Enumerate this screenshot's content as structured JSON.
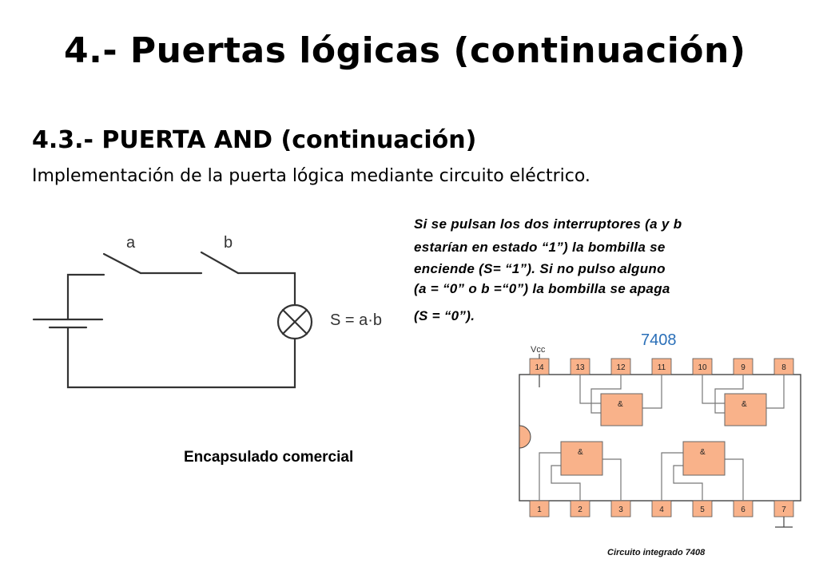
{
  "slide": {
    "title": "4.- Puertas lógicas (continuación)",
    "section_title": "4.3.- PUERTA AND (continuación)",
    "subtitle": "Implementación de la puerta lógica mediante circuito eléctrico.",
    "description_lines": [
      "Si se pulsan los dos interruptores (a y b",
      "estarían en estado “1”) la bombilla se",
      "enciende (S= “1”). Si no pulso alguno",
      "(a = “0” o b =“0”) la bombilla se apaga",
      "(S = “0”)."
    ],
    "package_caption": "Encapsulado comercial"
  },
  "circuit": {
    "switch_a_label": "a",
    "switch_b_label": "b",
    "equation": "S = a·b"
  },
  "chip": {
    "part_number": "7408",
    "vcc_label": "Vcc",
    "top_pins": [
      "14",
      "13",
      "12",
      "11",
      "10",
      "9",
      "8"
    ],
    "bottom_pins": [
      "1",
      "2",
      "3",
      "4",
      "5",
      "6",
      "7"
    ],
    "gate_symbol": "&",
    "caption": "Circuito integrado 7408",
    "colors": {
      "pin_fill": "#f9b28a",
      "gate_fill": "#f9b28a",
      "part_number": "#2a6fb8",
      "wire": "#777777"
    }
  }
}
